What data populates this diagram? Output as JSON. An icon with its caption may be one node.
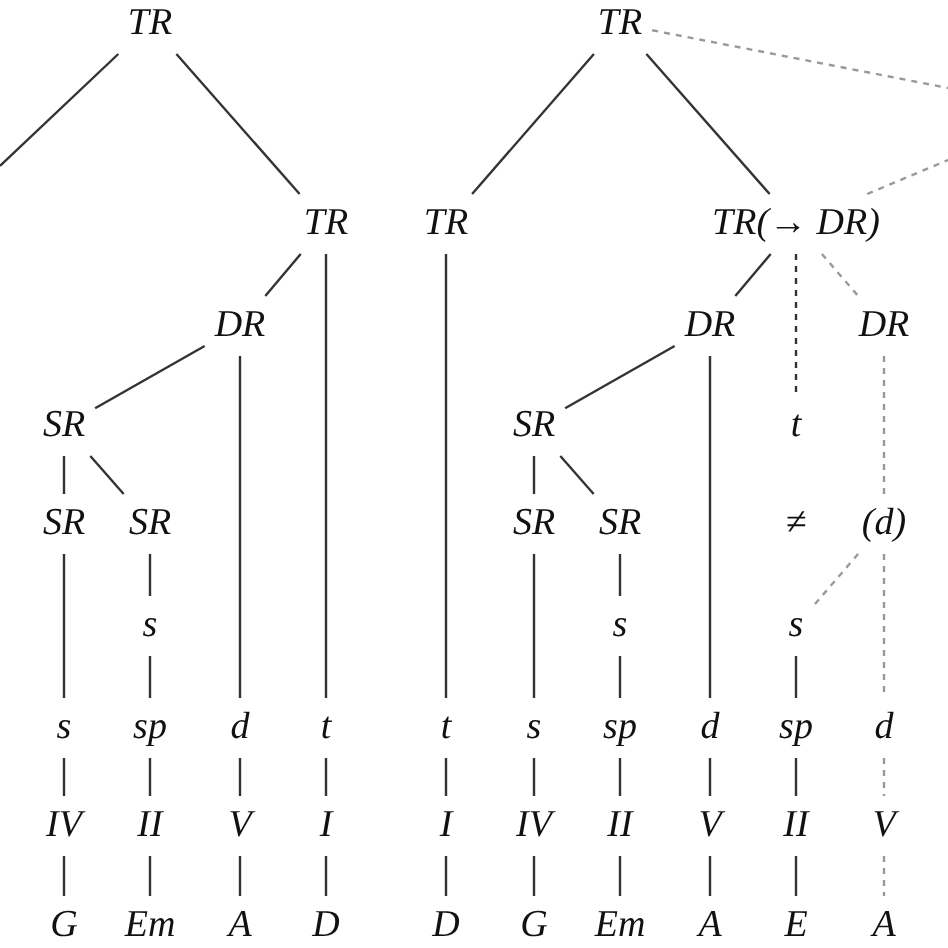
{
  "diagram": {
    "nodes": [
      {
        "text": [
          "TR"
        ]
      },
      {
        "text": [
          "TR"
        ]
      },
      {
        "text": [
          "DR"
        ]
      },
      {
        "text": [
          "SR"
        ]
      },
      {
        "text": [
          "SR"
        ]
      },
      {
        "text": [
          "SR"
        ]
      },
      {
        "text": [
          "s"
        ]
      },
      {
        "text": [
          "s"
        ]
      },
      {
        "text": [
          "sp"
        ]
      },
      {
        "text": [
          "d"
        ]
      },
      {
        "text": [
          "t"
        ]
      },
      {
        "text": [
          "IV"
        ]
      },
      {
        "text": [
          "II"
        ]
      },
      {
        "text": [
          "V"
        ]
      },
      {
        "text": [
          "I"
        ]
      },
      {
        "text": [
          "G"
        ]
      },
      {
        "text": [
          "Em"
        ]
      },
      {
        "text": [
          "A"
        ]
      },
      {
        "text": [
          "D"
        ]
      },
      {
        "text": [
          "TR"
        ]
      },
      {
        "text": [
          "TR"
        ]
      },
      {
        "text": [
          "TR(→ DR)"
        ]
      },
      {
        "text": [
          "DR"
        ]
      },
      {
        "text": [
          "DR"
        ]
      },
      {
        "text": [
          "SR"
        ]
      },
      {
        "text": [
          "t"
        ]
      },
      {
        "text": [
          "SR"
        ]
      },
      {
        "text": [
          "SR"
        ]
      },
      {
        "text": [
          "≠"
        ]
      },
      {
        "text": [
          "(d)"
        ]
      },
      {
        "text": [
          "s"
        ]
      },
      {
        "text": [
          "s"
        ]
      },
      {
        "text": [
          "t"
        ]
      },
      {
        "text": [
          "s"
        ]
      },
      {
        "text": [
          "sp"
        ]
      },
      {
        "text": [
          "d"
        ]
      },
      {
        "text": [
          "sp"
        ]
      },
      {
        "text": [
          "d"
        ]
      },
      {
        "text": [
          "I"
        ]
      },
      {
        "text": [
          "IV"
        ]
      },
      {
        "text": [
          "II"
        ]
      },
      {
        "text": [
          "V"
        ]
      },
      {
        "text": [
          "II"
        ]
      },
      {
        "text": [
          "V"
        ]
      },
      {
        "text": [
          "D"
        ]
      },
      {
        "text": [
          "G"
        ]
      },
      {
        "text": [
          "Em"
        ]
      },
      {
        "text": [
          "A"
        ]
      },
      {
        "text": [
          "E"
        ]
      },
      {
        "text": [
          "A"
        ]
      }
    ],
    "edges": [
      {
        "from": 0,
        "to": null,
        "arrow": "none"
      },
      {
        "from": 0,
        "to": 1,
        "arrow": "none"
      },
      {
        "from": 1,
        "to": 2,
        "arrow": "none"
      },
      {
        "from": 1,
        "to": 10,
        "arrow": "none"
      },
      {
        "from": 2,
        "to": 3,
        "arrow": "none"
      },
      {
        "from": 2,
        "to": 9,
        "arrow": "none"
      },
      {
        "from": 3,
        "to": 4,
        "arrow": "none"
      },
      {
        "from": 3,
        "to": 5,
        "arrow": "none"
      },
      {
        "from": 4,
        "to": 7,
        "arrow": "none"
      },
      {
        "from": 5,
        "to": 6,
        "arrow": "none"
      },
      {
        "from": 6,
        "to": 8,
        "arrow": "none"
      },
      {
        "from": 7,
        "to": 11,
        "arrow": "none"
      },
      {
        "from": 8,
        "to": 12,
        "arrow": "none"
      },
      {
        "from": 9,
        "to": 13,
        "arrow": "none"
      },
      {
        "from": 10,
        "to": 14,
        "arrow": "none"
      },
      {
        "from": 11,
        "to": 15,
        "arrow": "none"
      },
      {
        "from": 12,
        "to": 16,
        "arrow": "none"
      },
      {
        "from": 13,
        "to": 17,
        "arrow": "none"
      },
      {
        "from": 14,
        "to": 18,
        "arrow": "none"
      },
      {
        "from": 19,
        "to": 20,
        "arrow": "none"
      },
      {
        "from": 19,
        "to": 21,
        "arrow": "none"
      },
      {
        "from": 19,
        "to": null,
        "arrow": "none",
        "style": "dashed",
        "color": "#999999"
      },
      {
        "from": 21,
        "to": null,
        "arrow": "none",
        "style": "dashed",
        "color": "#999999"
      },
      {
        "from": 20,
        "to": 32,
        "arrow": "none"
      },
      {
        "from": 21,
        "to": 22,
        "arrow": "none"
      },
      {
        "from": 21,
        "to": 25,
        "arrow": "none",
        "style": "dashed"
      },
      {
        "from": 21,
        "to": 23,
        "arrow": "none",
        "style": "dashed",
        "color": "#999999"
      },
      {
        "from": 22,
        "to": 24,
        "arrow": "none"
      },
      {
        "from": 22,
        "to": 35,
        "arrow": "none"
      },
      {
        "from": 24,
        "to": 26,
        "arrow": "none"
      },
      {
        "from": 24,
        "to": 27,
        "arrow": "none"
      },
      {
        "from": 23,
        "to": 29,
        "arrow": "none",
        "style": "dashed",
        "color": "#999999"
      },
      {
        "from": 29,
        "to": 31,
        "arrow": "none",
        "style": "dashed",
        "color": "#999999"
      },
      {
        "from": 29,
        "to": 37,
        "arrow": "none",
        "style": "dashed",
        "color": "#999999"
      },
      {
        "from": 26,
        "to": 33,
        "arrow": "none"
      },
      {
        "from": 27,
        "to": 30,
        "arrow": "none"
      },
      {
        "from": 30,
        "to": 34,
        "arrow": "none"
      },
      {
        "from": 31,
        "to": 36,
        "arrow": "none"
      },
      {
        "from": 32,
        "to": 38,
        "arrow": "none"
      },
      {
        "from": 33,
        "to": 39,
        "arrow": "none"
      },
      {
        "from": 34,
        "to": 40,
        "arrow": "none"
      },
      {
        "from": 35,
        "to": 41,
        "arrow": "none"
      },
      {
        "from": 36,
        "to": 42,
        "arrow": "none"
      },
      {
        "from": 37,
        "to": 43,
        "arrow": "none",
        "style": "dashed",
        "color": "#999999"
      },
      {
        "from": 38,
        "to": 44,
        "arrow": "none"
      },
      {
        "from": 39,
        "to": 45,
        "arrow": "none"
      },
      {
        "from": 40,
        "to": 46,
        "arrow": "none"
      },
      {
        "from": 41,
        "to": 47,
        "arrow": "none"
      },
      {
        "from": 42,
        "to": 48,
        "arrow": "none"
      },
      {
        "from": 43,
        "to": 49,
        "arrow": "none",
        "style": "dashed",
        "color": "#999999"
      }
    ]
  }
}
